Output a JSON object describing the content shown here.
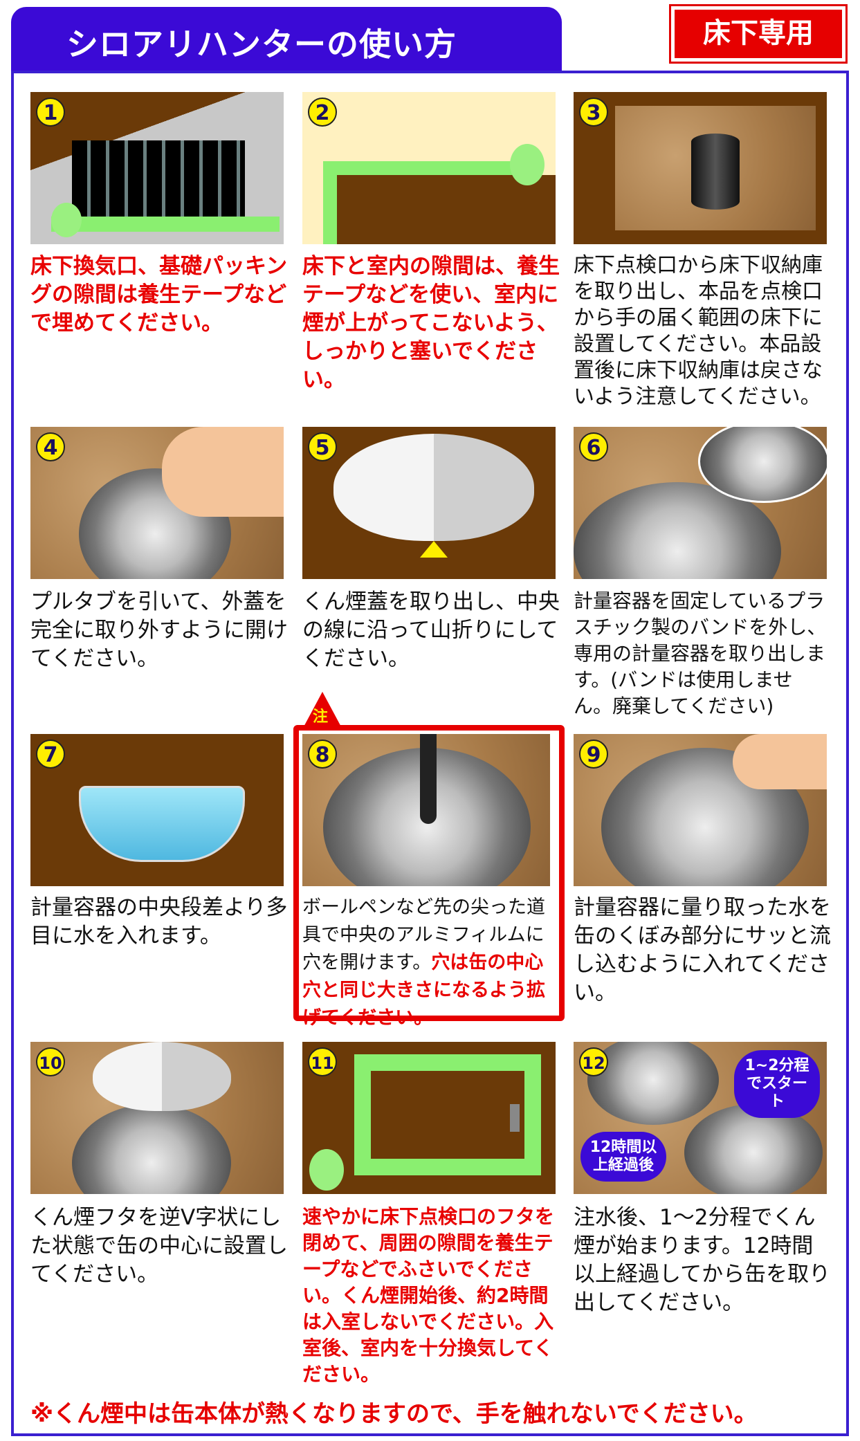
{
  "header": {
    "title": "シロアリハンターの使い方",
    "badge": "床下専用"
  },
  "colors": {
    "header_blue": "#3b0ad6",
    "warning_red": "#e60000",
    "number_yellow": "#ffee00"
  },
  "steps": [
    {
      "num": "1",
      "text": "床下換気口、基礎パッキングの隙間は養生テープなどで埋めてください。",
      "style": "red"
    },
    {
      "num": "2",
      "text": "床下と室内の隙間は、養生テープなどを使い、室内に煙が上がってこないよう、しっかりと塞いでください。",
      "style": "red"
    },
    {
      "num": "3",
      "text": "床下点検口から床下収納庫を取り出し、本品を点検口から手の届く範囲の床下に設置してください。本品設置後に床下収納庫は戻さないよう注意してください。"
    },
    {
      "num": "4",
      "text": "プルタブを引いて、外蓋を完全に取り外すように開けてください。"
    },
    {
      "num": "5",
      "text": "くん煙蓋を取り出し、中央の線に沿って山折りにしてください。"
    },
    {
      "num": "6",
      "text": "計量容器を固定しているプラスチック製のバンドを外し、専用の計量容器を取り出します。(バンドは使用しません。廃棄してください)"
    },
    {
      "num": "7",
      "text": "計量容器の中央段差より多目に水を入れます。"
    },
    {
      "num": "8",
      "text": "ボールペンなど先の尖った道具で中央のアルミフィルムに穴を開けます。",
      "text_red": "穴は缶の中心穴と同じ大きさになるよう拡げてください。",
      "warning": "注"
    },
    {
      "num": "9",
      "text": "計量容器に量り取った水を缶のくぼみ部分にサッと流し込むように入れてください。"
    },
    {
      "num": "10",
      "text": "くん煙フタを逆V字状にした状態で缶の中心に設置してください。"
    },
    {
      "num": "11",
      "text": "速やかに床下点検口のフタを閉めて、周囲の隙間を養生テープなどでふさいでください。くん煙開始後、約2時間は入室しないでください。入室後、室内を十分換気してください。",
      "style": "red"
    },
    {
      "num": "12",
      "text": "注水後、1～2分程でくん煙が始まります。12時間以上経過してから缶を取り出してください。",
      "bubble_start": "1~2分程でスタート",
      "bubble_after": "12時間以上経過後"
    }
  ],
  "footer": "※くん煙中は缶本体が熱くなりますので、手を触れないでください。"
}
